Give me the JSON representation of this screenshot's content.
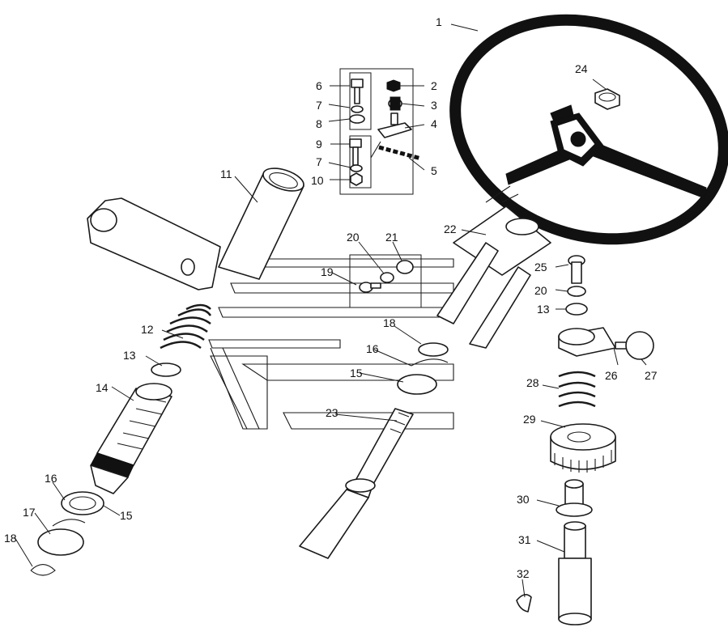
{
  "callouts": {
    "c1": "1",
    "c2": "2",
    "c3": "3",
    "c4": "4",
    "c5": "5",
    "c6": "6",
    "c7a": "7",
    "c7b": "7",
    "c8": "8",
    "c9": "9",
    "c10": "10",
    "c11": "11",
    "c12": "12",
    "c13a": "13",
    "c13b": "13",
    "c14": "14",
    "c15a": "15",
    "c15b": "15",
    "c16a": "16",
    "c16b": "16",
    "c17": "17",
    "c18a": "18",
    "c18b": "18",
    "c19": "19",
    "c20a": "20",
    "c20b": "20",
    "c21": "21",
    "c22": "22",
    "c23": "23",
    "c24": "24",
    "c25": "25",
    "c26": "26",
    "c27": "27",
    "c28": "28",
    "c29": "29",
    "c30": "30",
    "c31": "31",
    "c32": "32"
  },
  "colors": {
    "line": "#1a1a1a",
    "fill": "#ffffff",
    "dark": "#111111"
  }
}
